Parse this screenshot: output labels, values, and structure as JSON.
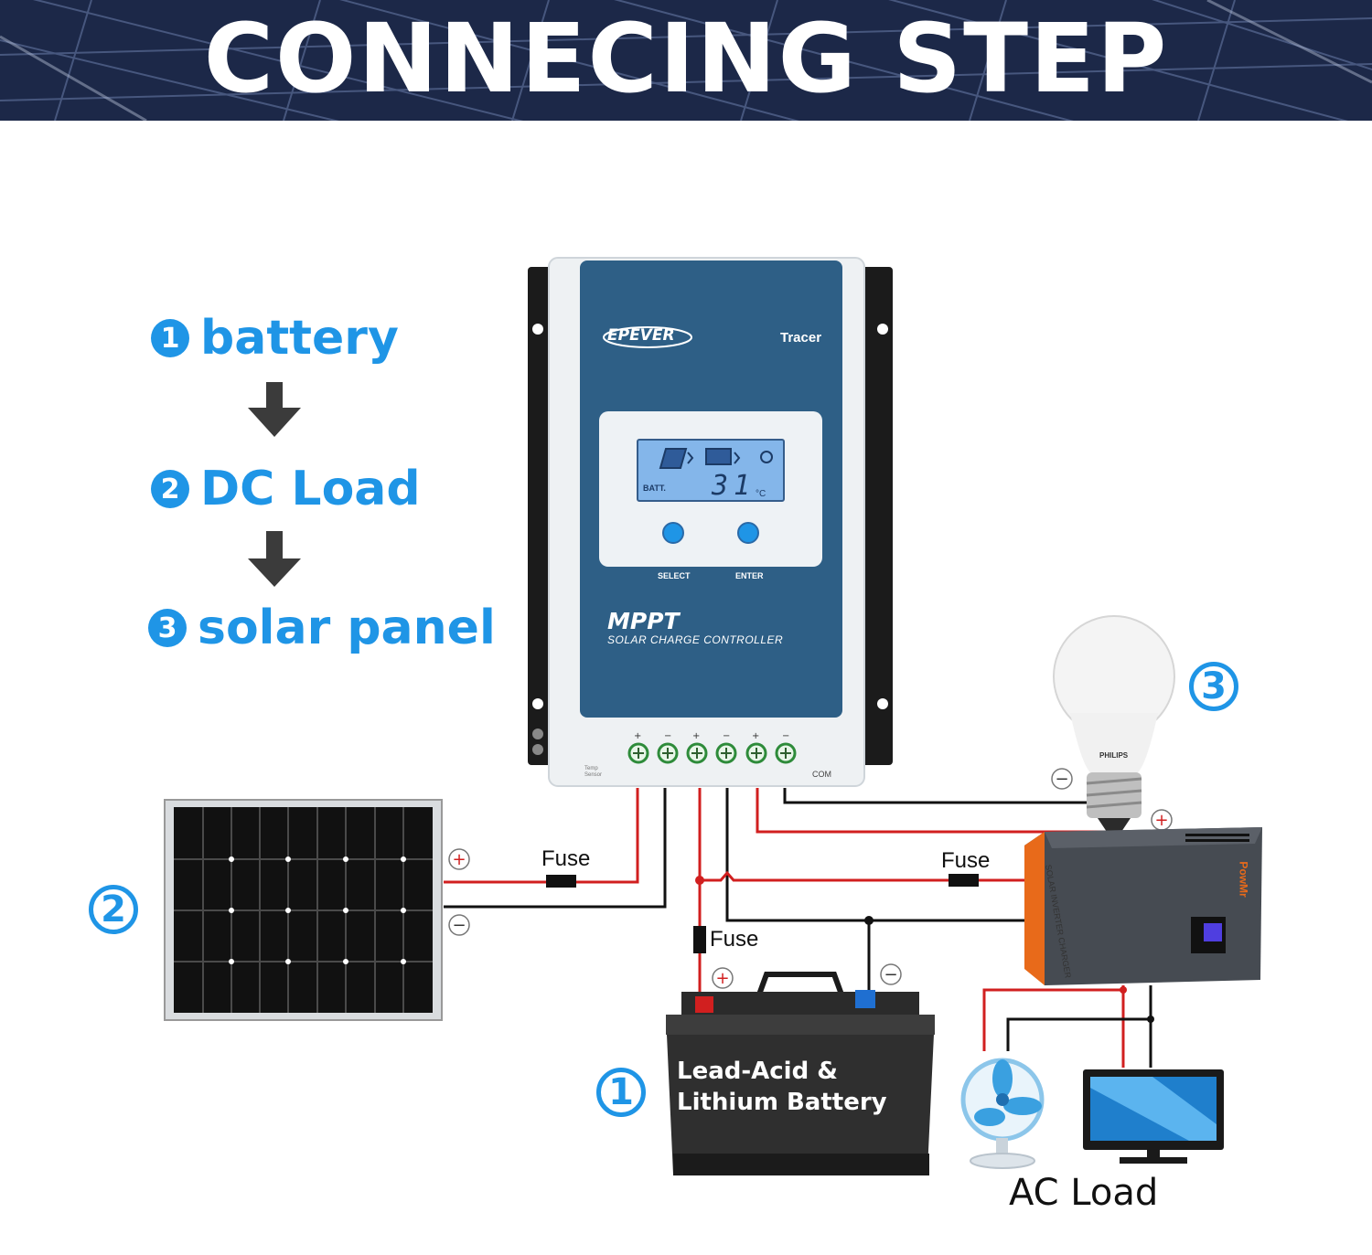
{
  "banner": {
    "title": "CONNECING STEP"
  },
  "steps": [
    {
      "num": "1",
      "label": "battery"
    },
    {
      "num": "2",
      "label": "DC Load"
    },
    {
      "num": "3",
      "label": "solar panel"
    }
  ],
  "controller": {
    "brand": "EPEVER",
    "model": "Tracer",
    "lcd_label": "BATT.",
    "lcd_value": "31",
    "lcd_unit": "°C",
    "button_select": "SELECT",
    "button_enter": "ENTER",
    "mppt": "MPPT",
    "subtitle": "SOLAR CHARGE CONTROLLER",
    "temp_sensor": "Temp Sensor",
    "com": "COM"
  },
  "callouts": {
    "battery": "1",
    "panel": "2",
    "bulb": "3"
  },
  "fuses": {
    "panel": "Fuse",
    "inverter": "Fuse",
    "battery": "Fuse"
  },
  "battery": {
    "line1": "Lead-Acid &",
    "line2": "Lithium Battery"
  },
  "bulb": {
    "brand": "PHILIPS"
  },
  "inverter": {
    "side_text": "SOLAR INVERTER CHARGER",
    "brand": "PowMr"
  },
  "ac_load": {
    "label": "AC Load"
  },
  "colors": {
    "accent": "#1f95e6",
    "positive_wire": "#d11f1f",
    "negative_wire": "#111111",
    "controller_blue": "#2e5f86"
  }
}
